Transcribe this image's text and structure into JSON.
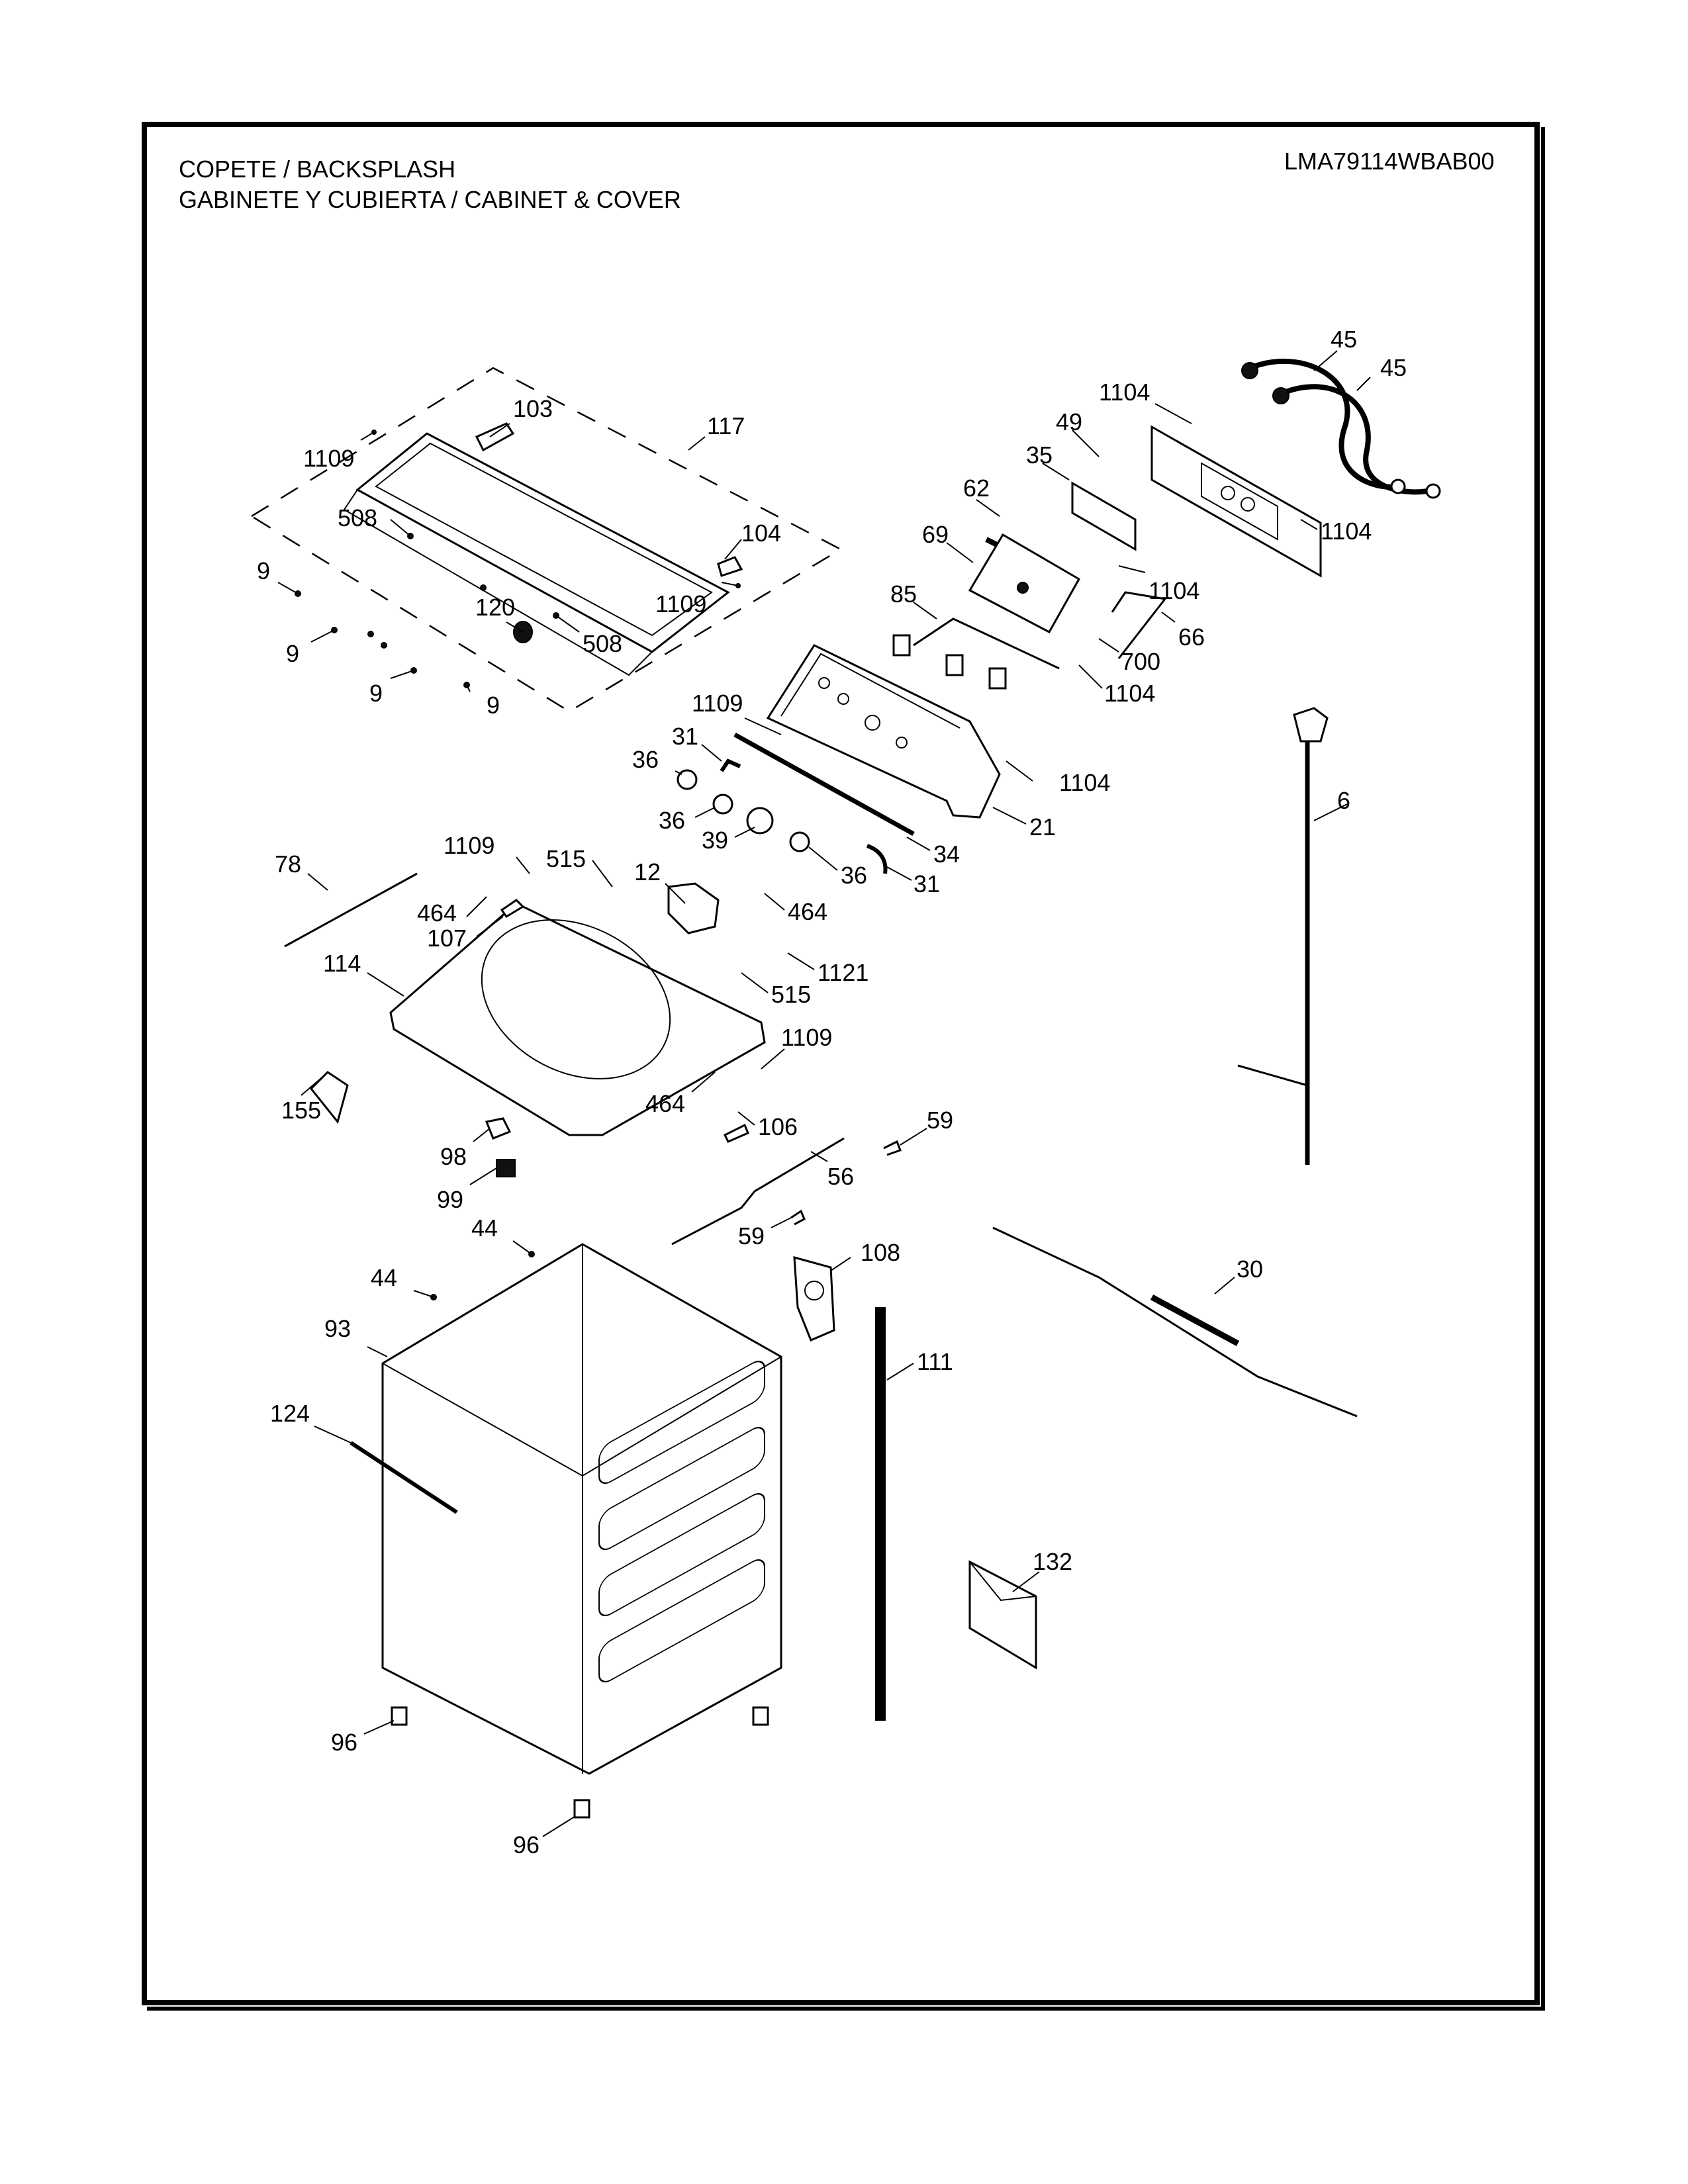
{
  "header": {
    "title_line1": "COPETE / BACKSPLASH",
    "title_line2": "GABINETE Y CUBIERTA / CABINET & COVER",
    "model_number": "LMA79114WBAB00"
  },
  "diagram": {
    "type": "exploded-parts-diagram",
    "assembly": "Backsplash / Cabinet & Cover",
    "callouts": [
      {
        "id": "c103",
        "label": "103"
      },
      {
        "id": "c117",
        "label": "117"
      },
      {
        "id": "c1109a",
        "label": "1109"
      },
      {
        "id": "c508a",
        "label": "508"
      },
      {
        "id": "c104",
        "label": "104"
      },
      {
        "id": "c1109b",
        "label": "1109"
      },
      {
        "id": "c9a",
        "label": "9"
      },
      {
        "id": "c9b",
        "label": "9"
      },
      {
        "id": "c9c",
        "label": "9"
      },
      {
        "id": "c9d",
        "label": "9"
      },
      {
        "id": "c120",
        "label": "120"
      },
      {
        "id": "c508b",
        "label": "508"
      },
      {
        "id": "c45a",
        "label": "45"
      },
      {
        "id": "c45b",
        "label": "45"
      },
      {
        "id": "c1104a",
        "label": "1104"
      },
      {
        "id": "c49",
        "label": "49"
      },
      {
        "id": "c35",
        "label": "35"
      },
      {
        "id": "c1104b",
        "label": "1104"
      },
      {
        "id": "c62",
        "label": "62"
      },
      {
        "id": "c69",
        "label": "69"
      },
      {
        "id": "c1104c",
        "label": "1104"
      },
      {
        "id": "c85",
        "label": "85"
      },
      {
        "id": "c66",
        "label": "66"
      },
      {
        "id": "c700",
        "label": "700"
      },
      {
        "id": "c1104d",
        "label": "1104"
      },
      {
        "id": "c1109c",
        "label": "1109"
      },
      {
        "id": "c31a",
        "label": "31"
      },
      {
        "id": "c36a",
        "label": "36"
      },
      {
        "id": "c1104e",
        "label": "1104"
      },
      {
        "id": "c36b",
        "label": "36"
      },
      {
        "id": "c39",
        "label": "39"
      },
      {
        "id": "c34",
        "label": "34"
      },
      {
        "id": "c21",
        "label": "21"
      },
      {
        "id": "c36c",
        "label": "36"
      },
      {
        "id": "c31b",
        "label": "31"
      },
      {
        "id": "c6",
        "label": "6"
      },
      {
        "id": "c78",
        "label": "78"
      },
      {
        "id": "c1109d",
        "label": "1109"
      },
      {
        "id": "c515a",
        "label": "515"
      },
      {
        "id": "c12",
        "label": "12"
      },
      {
        "id": "c464a",
        "label": "464"
      },
      {
        "id": "c464b",
        "label": "464"
      },
      {
        "id": "c107",
        "label": "107"
      },
      {
        "id": "c1121",
        "label": "1121"
      },
      {
        "id": "c114",
        "label": "114"
      },
      {
        "id": "c515b",
        "label": "515"
      },
      {
        "id": "c1109e",
        "label": "1109"
      },
      {
        "id": "c155",
        "label": "155"
      },
      {
        "id": "c464c",
        "label": "464"
      },
      {
        "id": "c106",
        "label": "106"
      },
      {
        "id": "c98",
        "label": "98"
      },
      {
        "id": "c59a",
        "label": "59"
      },
      {
        "id": "c56",
        "label": "56"
      },
      {
        "id": "c99",
        "label": "99"
      },
      {
        "id": "c44a",
        "label": "44"
      },
      {
        "id": "c59b",
        "label": "59"
      },
      {
        "id": "c108",
        "label": "108"
      },
      {
        "id": "c44b",
        "label": "44"
      },
      {
        "id": "c30",
        "label": "30"
      },
      {
        "id": "c93",
        "label": "93"
      },
      {
        "id": "c111",
        "label": "111"
      },
      {
        "id": "c124",
        "label": "124"
      },
      {
        "id": "c132",
        "label": "132"
      },
      {
        "id": "c96a",
        "label": "96"
      },
      {
        "id": "c96b",
        "label": "96"
      }
    ]
  }
}
